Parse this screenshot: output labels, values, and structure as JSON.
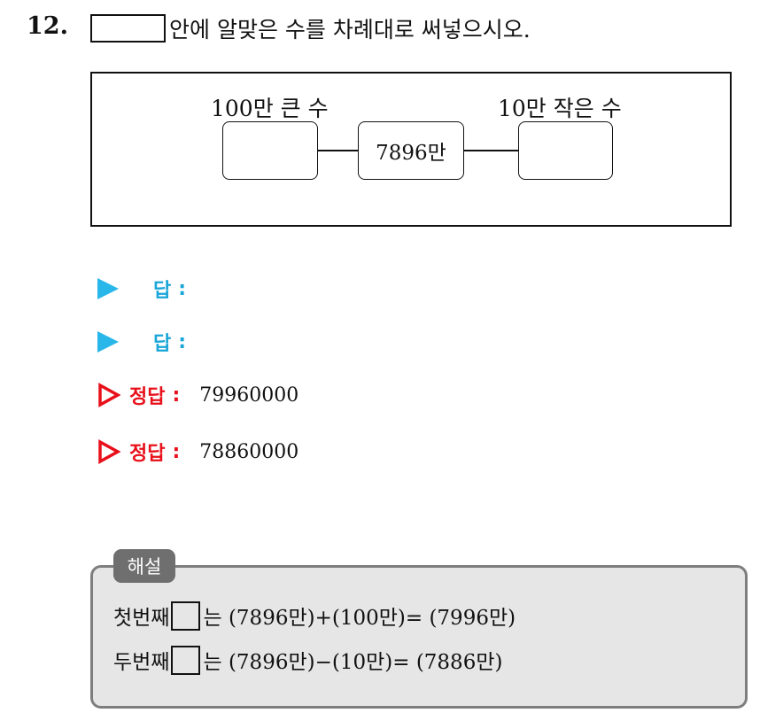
{
  "question": {
    "number": "12.",
    "instruction": "안에 알맞은 수를 차례대로 써넣으시오."
  },
  "figure": {
    "left_label": "100만 큰 수",
    "right_label": "10만 작은 수",
    "center_value": "7896만"
  },
  "answers": [
    {
      "label": "답",
      "colon": ":",
      "value": ""
    },
    {
      "label": "답",
      "colon": ":",
      "value": ""
    }
  ],
  "correct_answers": [
    {
      "label": "정답",
      "colon": ":",
      "value": "79960000"
    },
    {
      "label": "정답",
      "colon": ":",
      "value": "78860000"
    }
  ],
  "explanation": {
    "tab": "해설",
    "lines": [
      {
        "prefix": "첫번째",
        "text": "는 (7896만)+(100만)= (7996만)"
      },
      {
        "prefix": "두번째",
        "text": "는 (7896만)−(10만)= (7886만)"
      }
    ]
  },
  "colors": {
    "answer_blue": "#1aa6d8",
    "correct_red": "#e8101a",
    "explanation_bg": "#e6e6e6",
    "explanation_tab": "#6f6f6f"
  }
}
